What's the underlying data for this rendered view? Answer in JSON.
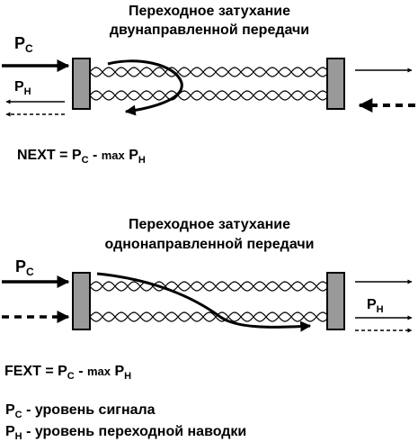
{
  "next": {
    "title_line1": "Переходное затухание",
    "title_line2": "двунаправленной передачи",
    "label_signal_main": "P",
    "label_signal_sub": "C",
    "label_noise_main": "P",
    "label_noise_sub": "Н",
    "formula": {
      "name": "NEXT = ",
      "p1": "P",
      "s1": "C",
      "mid": " - ",
      "max": "max",
      "p2": " P",
      "s2": "Н"
    }
  },
  "fext": {
    "title_line1": "Переходное затухание",
    "title_line2": "однонаправленной передачи",
    "label_signal_main": "P",
    "label_signal_sub": "C",
    "label_noise_main": "P",
    "label_noise_sub": "Н",
    "formula": {
      "name": "FEXT = ",
      "p1": "P",
      "s1": "C",
      "mid": " - ",
      "max": "max",
      "p2": " P",
      "s2": "Н"
    }
  },
  "legend": {
    "pc_main": "P",
    "pc_sub": "С",
    "pc_text": " - уровень сигнала",
    "pn_main": "P",
    "pn_sub": "Н",
    "pn_text": " - уровень переходной наводки"
  },
  "colors": {
    "block_fill": "#999999",
    "stroke": "#000000"
  }
}
